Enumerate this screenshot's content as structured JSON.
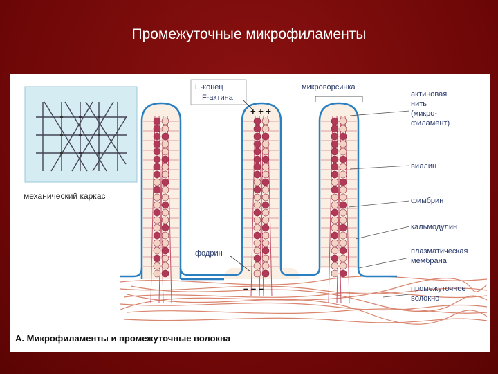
{
  "slide": {
    "title": "Промежуточные микрофиламенты"
  },
  "figure": {
    "caption": "А. Микрофиламенты и промежуточные волокна",
    "inset_label": "механический каркас",
    "plus_end_label_line1": "+ -конец",
    "plus_end_label_line2": "F-актина",
    "plus_signs": "+ + +",
    "minus_signs": "– – –",
    "microvillus_label": "микроворсинка",
    "fodrin_label": "фодрин",
    "right_labels": {
      "actin_filament": [
        "актиновая",
        "нить",
        "(микро-",
        "филамент)"
      ],
      "villin": "виллин",
      "fimbrin": "фимбрин",
      "calmodulin": "кальмодулин",
      "plasma_membrane": [
        "плазматическая",
        "мембрана"
      ],
      "intermediate_fiber": [
        "промежуточное",
        "волокно"
      ]
    }
  },
  "colors": {
    "background": "#7a0b0b",
    "membrane": "#2a7fc0",
    "villus_fill": "#fbeee3",
    "bead_dark": "#b23a58",
    "bead_light": "#f3d3c4",
    "filament": "#c2506a",
    "fiber": "#d9856e",
    "label": "#2a3b6b",
    "inset_bg": "#cfe9f2"
  }
}
